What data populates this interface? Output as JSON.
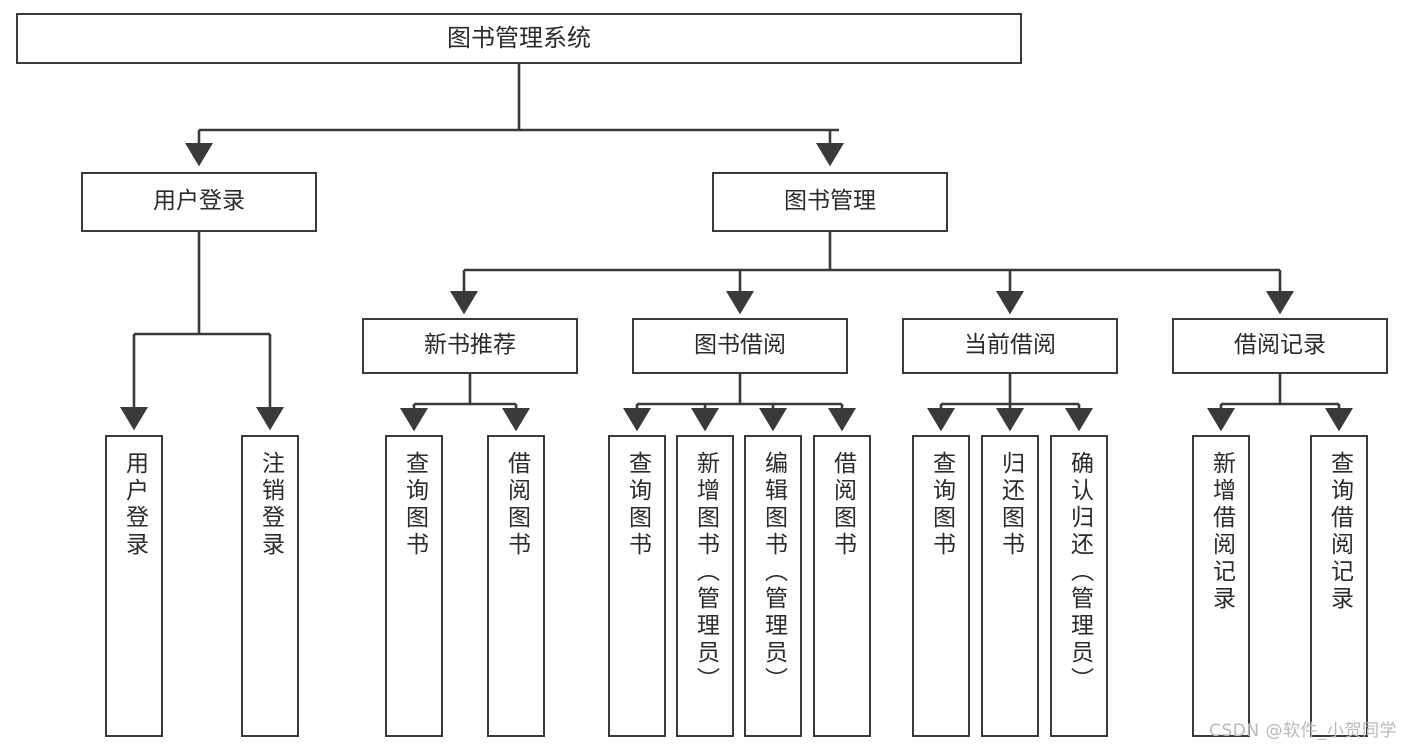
{
  "diagram": {
    "type": "tree",
    "title": "图书管理系统",
    "orientation": "top-down",
    "colors": {
      "stroke": "#3a3a3a",
      "fill": "#ffffff",
      "text": "#2b2b2b",
      "watermark": "#b9b9b9"
    },
    "root": {
      "label": "图书管理系统"
    },
    "level2": [
      {
        "label": "用户登录"
      },
      {
        "label": "图书管理"
      }
    ],
    "level3": [
      {
        "label": "新书推荐"
      },
      {
        "label": "图书借阅"
      },
      {
        "label": "当前借阅"
      },
      {
        "label": "借阅记录"
      }
    ],
    "leaves": {
      "user_login": [
        {
          "label": "用户登录"
        },
        {
          "label": "注销登录"
        }
      ],
      "new_book": [
        {
          "label": "查询图书"
        },
        {
          "label": "借阅图书"
        }
      ],
      "borrow": [
        {
          "label": "查询图书"
        },
        {
          "label": "新增图书（管理员）"
        },
        {
          "label": "编辑图书（管理员）"
        },
        {
          "label": "借阅图书"
        }
      ],
      "current": [
        {
          "label": "查询图书"
        },
        {
          "label": "归还图书"
        },
        {
          "label": "确认归还（管理员）"
        }
      ],
      "records": [
        {
          "label": "新增借阅记录"
        },
        {
          "label": "查询借阅记录"
        }
      ]
    }
  },
  "watermark": {
    "text": "CSDN @软件_小贺同学"
  }
}
